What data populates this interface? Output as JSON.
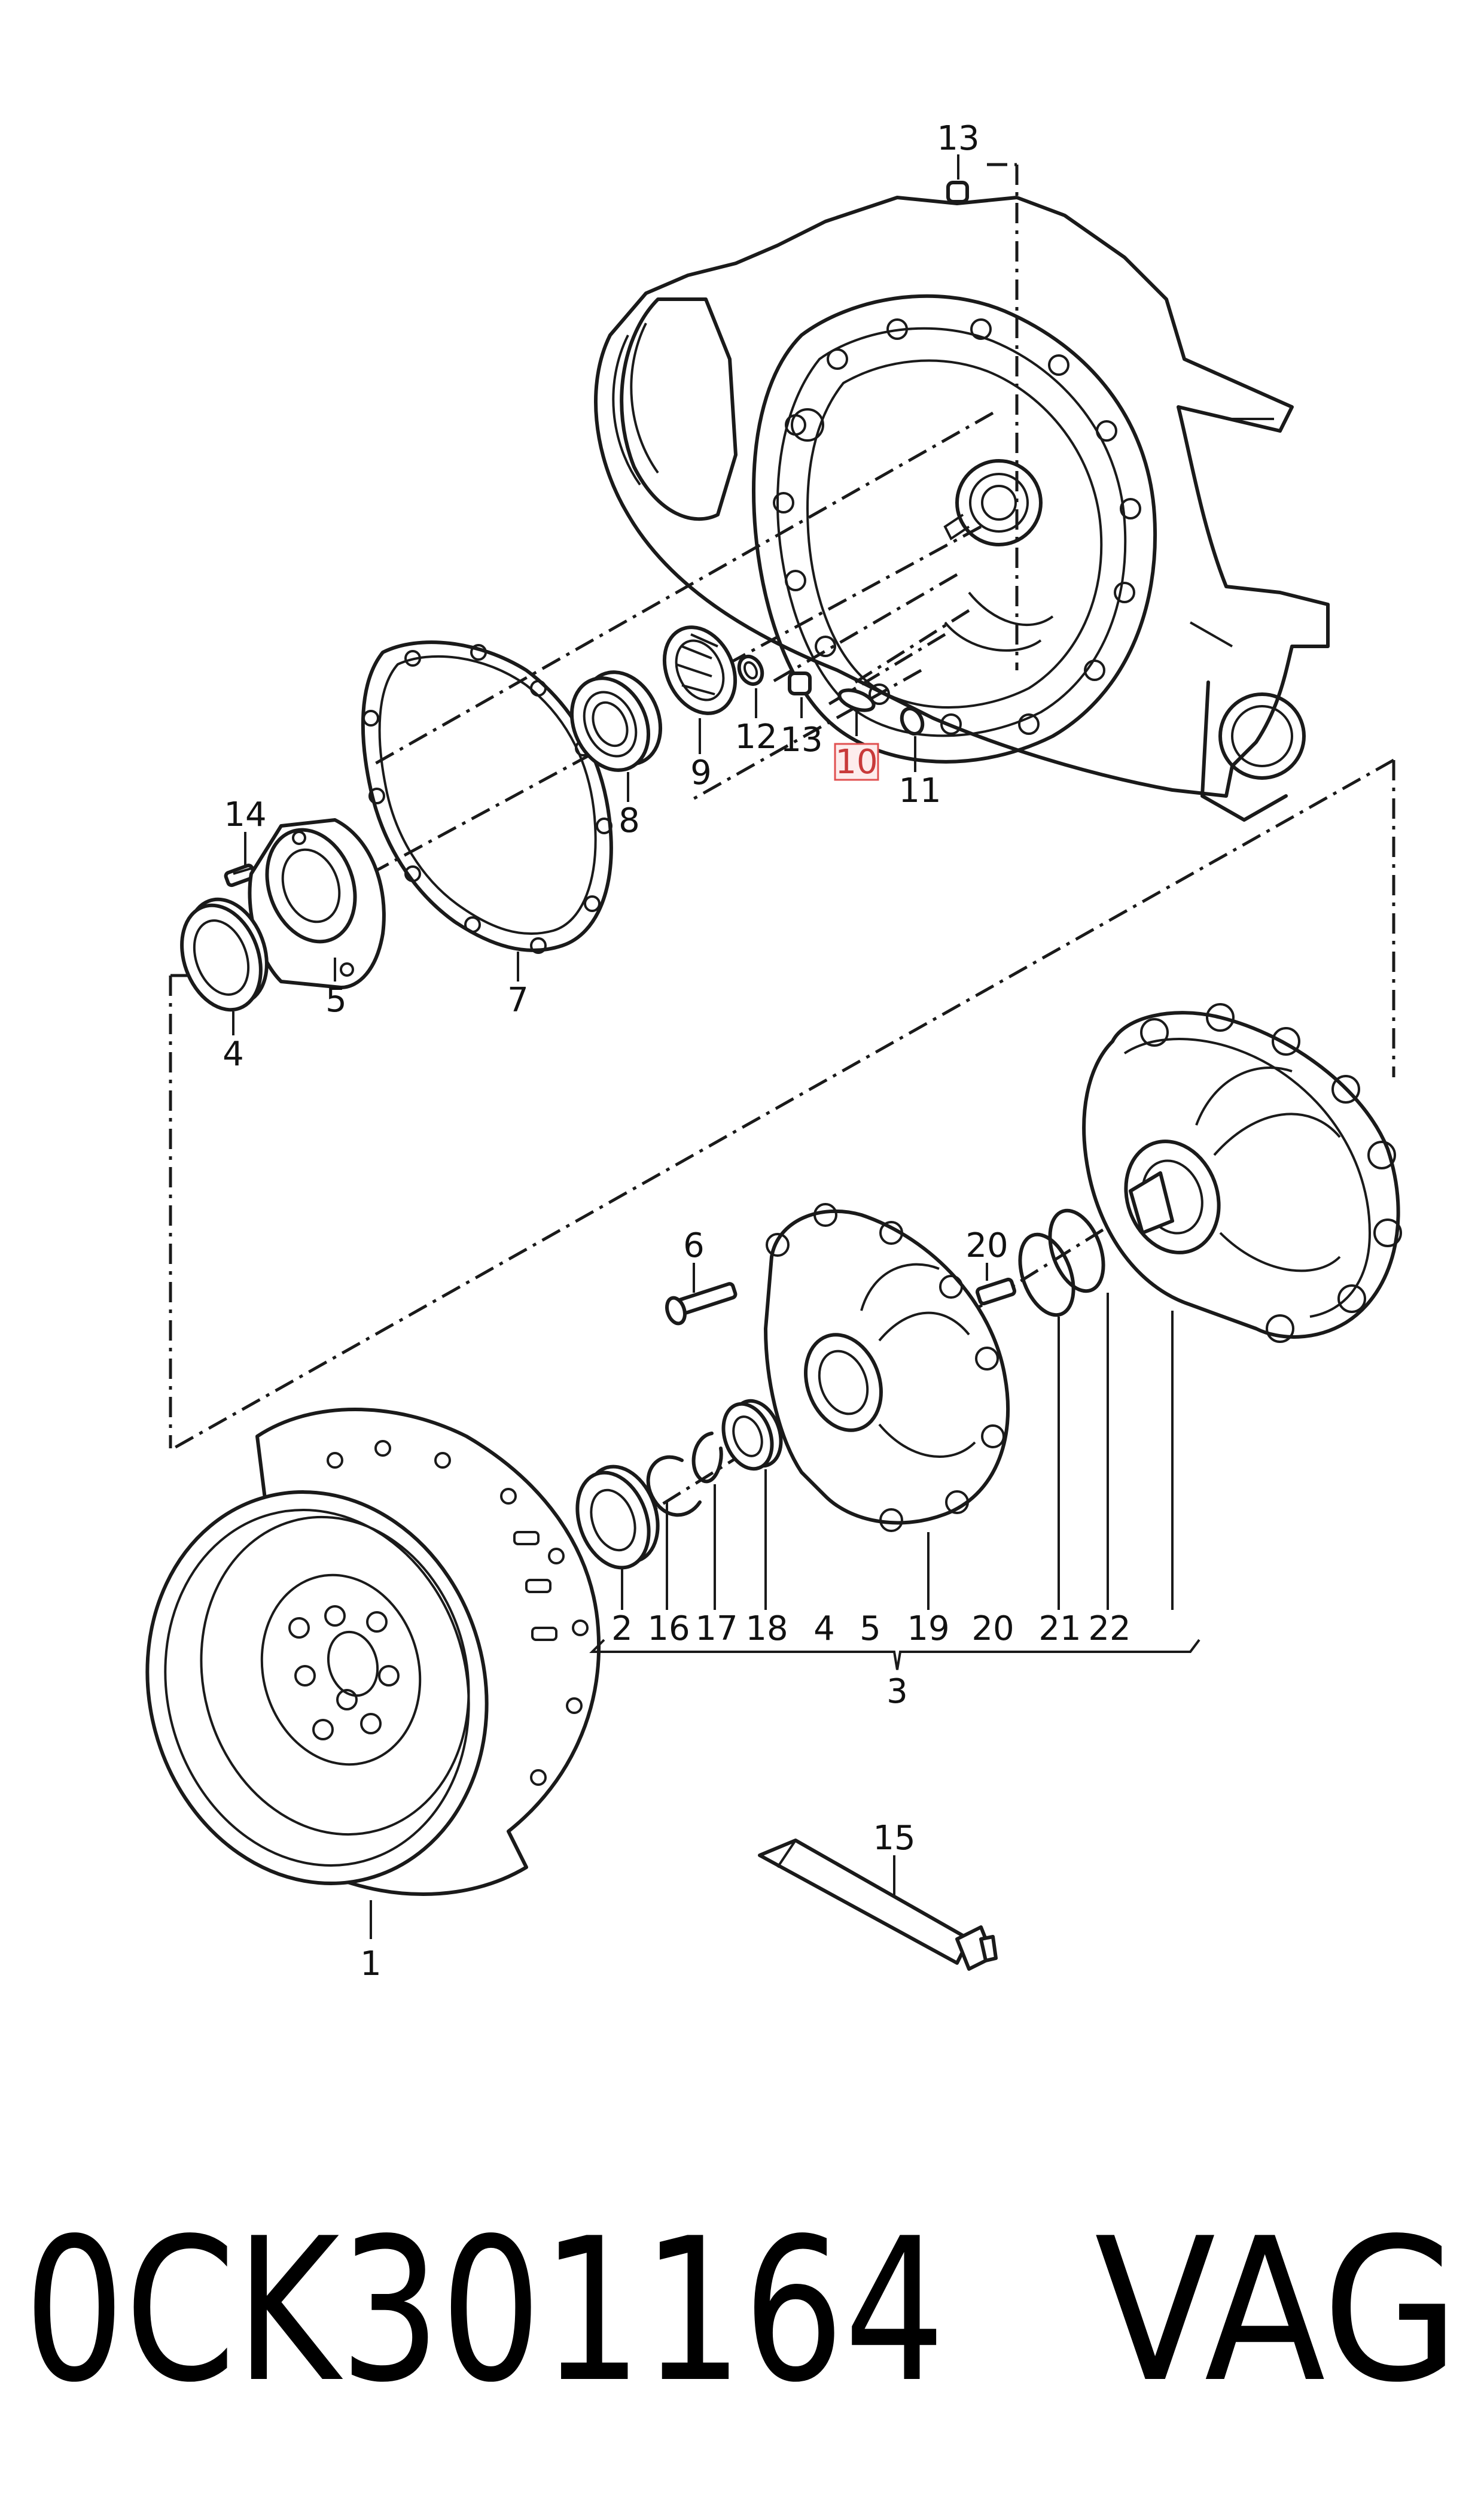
{
  "diagram": {
    "highlighted_part": "10",
    "highlight_color": "#e05050",
    "labels": {
      "p1": "1",
      "p2": "2",
      "p3": "3",
      "p4a": "4",
      "p4b": "4",
      "p5a": "5",
      "p5b": "5",
      "p6": "6",
      "p7": "7",
      "p8": "8",
      "p9": "9",
      "p10": "10",
      "p11": "11",
      "p12": "12",
      "p13a": "13",
      "p13b": "13",
      "p14": "14",
      "p15": "15",
      "p16": "16",
      "p17": "17",
      "p18": "18",
      "p19": "19",
      "p20a": "20",
      "p20b": "20",
      "p21": "21",
      "p22": "22"
    }
  },
  "footer": {
    "part_number": "0CK301164",
    "brand": "VAG"
  }
}
